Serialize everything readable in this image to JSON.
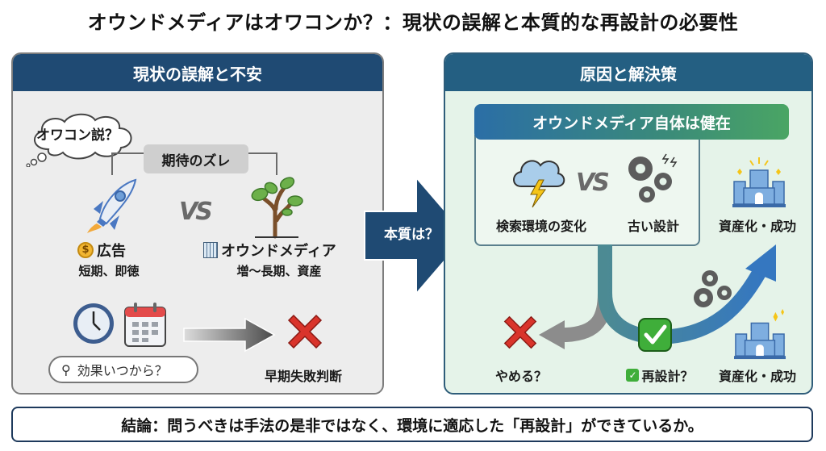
{
  "title": "オウンドメディアはオワコンか？：現状の誤解と本質的な再設計の必要性",
  "left_panel": {
    "heading": "現状の誤解と不安",
    "thought_bubble": "オワコン説？",
    "gap_label": "期待のズレ",
    "vs_label": "VS",
    "ad": {
      "icon": "dollar-coin-icon",
      "title": "広告",
      "subtitle": "短期、即徳"
    },
    "owned_media": {
      "icon": "building-icon",
      "title": "オウンドメディア",
      "subtitle": "増〜長期、資産"
    },
    "search_query": "効果いつから？",
    "result_label": "早期失敗判断"
  },
  "center_arrow": {
    "label": "本質は？"
  },
  "right_panel": {
    "heading": "原因と解決策",
    "healthy_banner": "オウンドメディア自体は健在",
    "cause_environment": "検索環境の変化",
    "vs_label": "VS",
    "cause_design": "古い設計",
    "success_top": "資産化・成功",
    "quit_label": "やめる？",
    "redesign_label": "再設計？",
    "success_bottom": "資産化・成功"
  },
  "conclusion": "結論：問うべきは手法の是非ではなく、環境に適応した「再設計」ができているか。",
  "colors": {
    "navy": "#1f4a73",
    "teal": "#245f82",
    "green": "#4aa564",
    "red": "#d9342b",
    "panel_left_bg": "#ededed",
    "panel_right_bg": "#e5f3e9"
  }
}
